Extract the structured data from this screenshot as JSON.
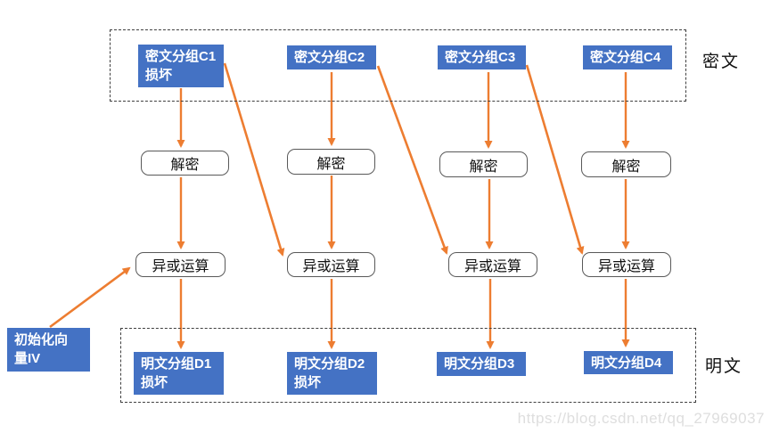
{
  "diagram": {
    "type": "flow-diagram",
    "topic": "CBC mode decryption with damaged ciphertext block C1",
    "groups": {
      "ciphertext": {
        "label": "密文"
      },
      "plaintext": {
        "label": "明文"
      }
    },
    "nodes": {
      "c1": {
        "label": "密文分组C1\n损坏"
      },
      "c2": {
        "label": "密文分组C2"
      },
      "c3": {
        "label": "密文分组C3"
      },
      "c4": {
        "label": "密文分组C4"
      },
      "decrypt": {
        "label": "解密"
      },
      "xor": {
        "label": "异或运算"
      },
      "d1": {
        "label": "明文分组D1\n损坏"
      },
      "d2": {
        "label": "明文分组D2\n损坏"
      },
      "d3": {
        "label": "明文分组D3"
      },
      "d4": {
        "label": "明文分组D4"
      },
      "iv": {
        "label": "初始化向\n量IV"
      }
    },
    "edges": [
      {
        "from": "c1",
        "to": "decrypt1"
      },
      {
        "from": "c2",
        "to": "decrypt2"
      },
      {
        "from": "c3",
        "to": "decrypt3"
      },
      {
        "from": "c4",
        "to": "decrypt4"
      },
      {
        "from": "decrypt1",
        "to": "xor1"
      },
      {
        "from": "decrypt2",
        "to": "xor2"
      },
      {
        "from": "decrypt3",
        "to": "xor3"
      },
      {
        "from": "decrypt4",
        "to": "xor4"
      },
      {
        "from": "xor1",
        "to": "d1"
      },
      {
        "from": "xor2",
        "to": "d2"
      },
      {
        "from": "xor3",
        "to": "d3"
      },
      {
        "from": "xor4",
        "to": "d4"
      },
      {
        "from": "c1",
        "to": "xor2"
      },
      {
        "from": "c2",
        "to": "xor3"
      },
      {
        "from": "c3",
        "to": "xor4"
      },
      {
        "from": "iv",
        "to": "xor1"
      }
    ],
    "colors": {
      "block_fill": "#4472C4",
      "block_text": "#FFFFFF",
      "arrow": "#ED7D31",
      "process_border": "#595959",
      "group_border": "#3F3F3F",
      "watermark": "#DEDEDE"
    },
    "watermark": "https://blog.csdn.net/qq_27969037"
  }
}
